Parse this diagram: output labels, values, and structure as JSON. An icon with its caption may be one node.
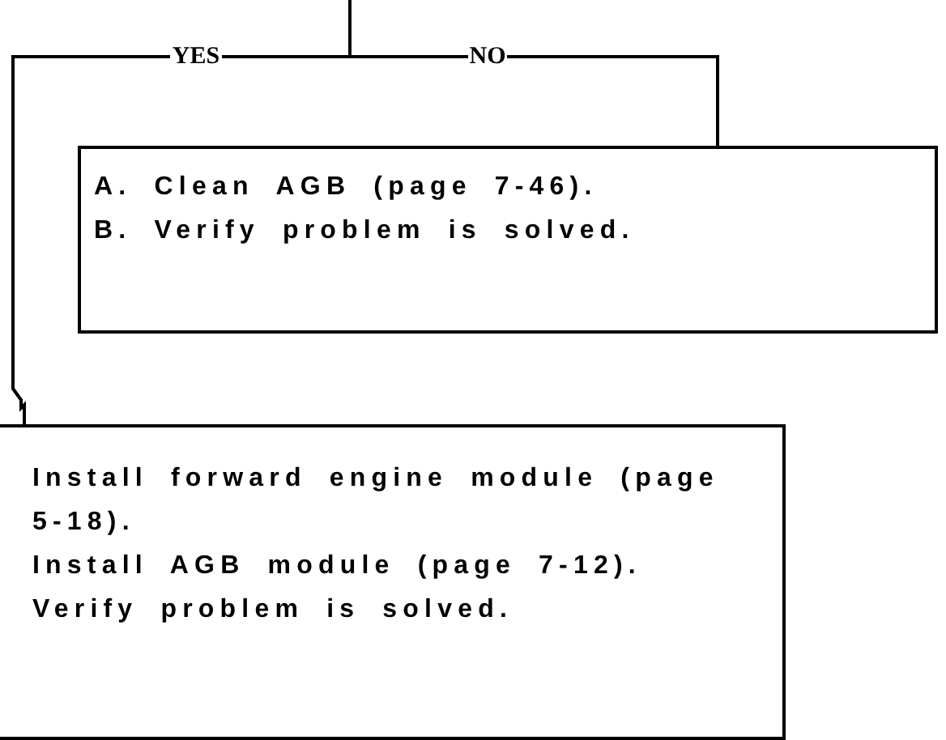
{
  "diagram": {
    "nodes": [
      {
        "text": [
          "A. Clean AGB (page 7-46).",
          "B. Verify problem is solved."
        ]
      },
      {
        "text": [
          "Install forward engine module (page 5-18).",
          "Install AGB module (page 7-12).",
          "Verify problem is solved."
        ]
      }
    ],
    "edges": [
      {
        "from": null,
        "to": 0,
        "arrow": "none",
        "label": "NO"
      },
      {
        "from": null,
        "to": 1,
        "arrow": "none",
        "label": "YES"
      }
    ]
  }
}
